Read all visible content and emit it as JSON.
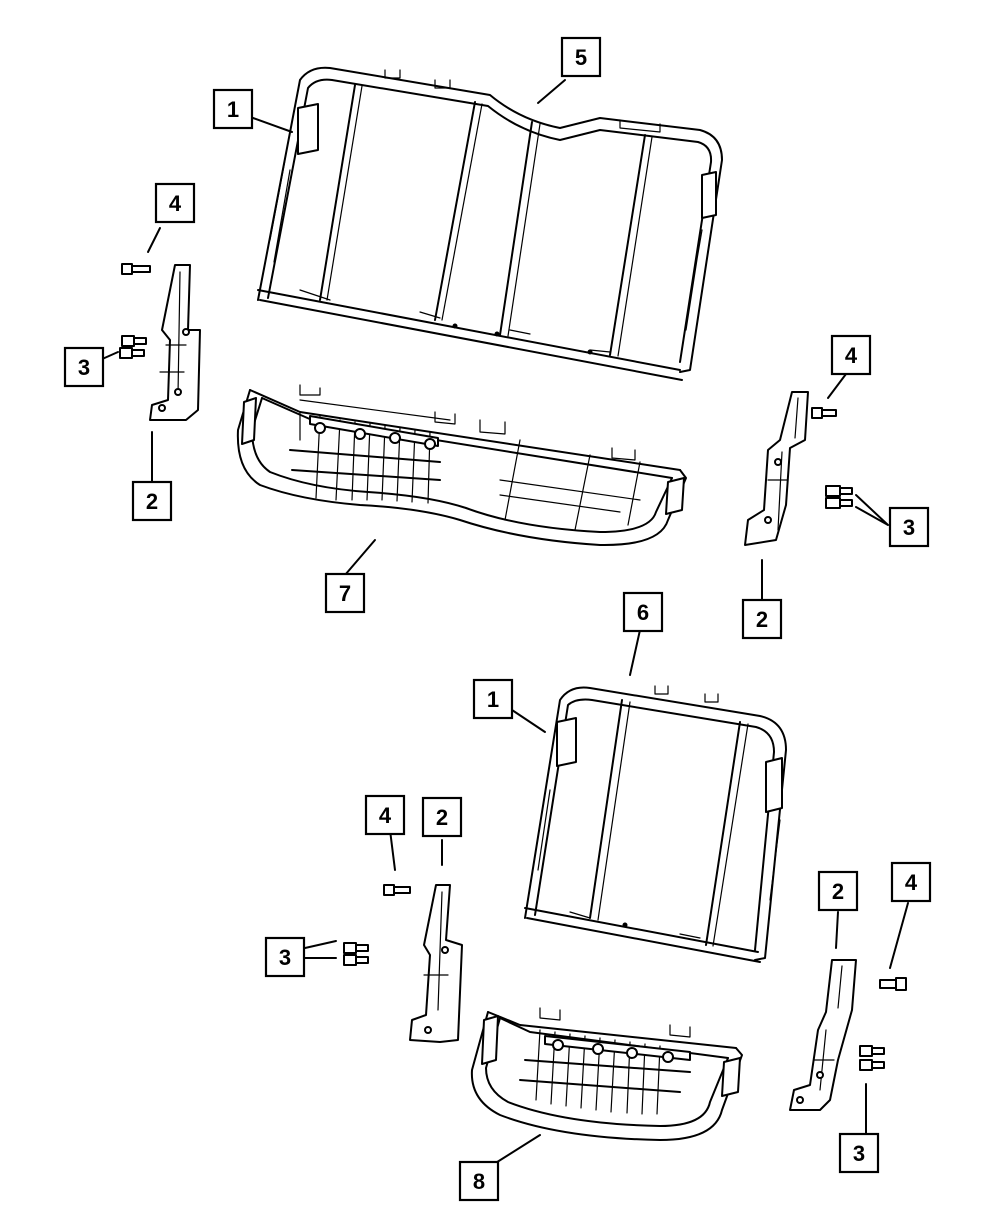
{
  "diagram": {
    "callouts": [
      {
        "id": "c1a",
        "label": "1"
      },
      {
        "id": "c5",
        "label": "5"
      },
      {
        "id": "c4a",
        "label": "4"
      },
      {
        "id": "c3a",
        "label": "3"
      },
      {
        "id": "c2a",
        "label": "2"
      },
      {
        "id": "c7",
        "label": "7"
      },
      {
        "id": "c4b",
        "label": "4"
      },
      {
        "id": "c3b",
        "label": "3"
      },
      {
        "id": "c2b",
        "label": "2"
      },
      {
        "id": "c6",
        "label": "6"
      },
      {
        "id": "c1b",
        "label": "1"
      },
      {
        "id": "c4c",
        "label": "4"
      },
      {
        "id": "c2c",
        "label": "2"
      },
      {
        "id": "c3c",
        "label": "3"
      },
      {
        "id": "c2d",
        "label": "2"
      },
      {
        "id": "c4d",
        "label": "4"
      },
      {
        "id": "c8",
        "label": "8"
      },
      {
        "id": "c3d",
        "label": "3"
      }
    ]
  }
}
